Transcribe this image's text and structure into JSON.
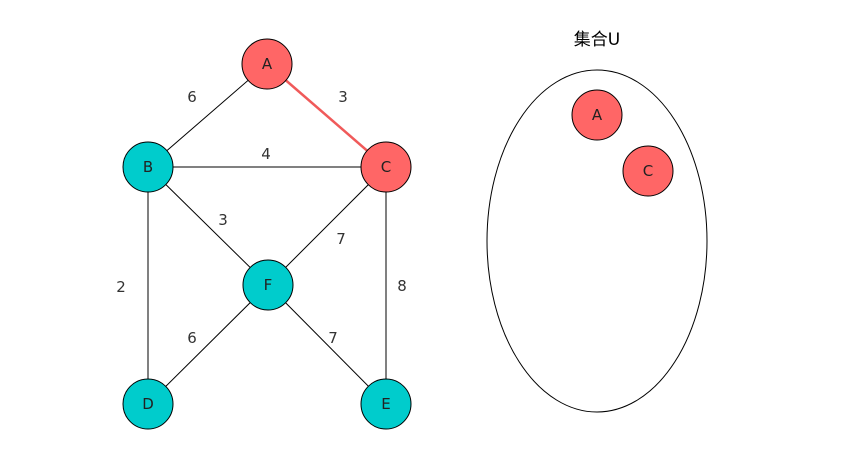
{
  "colors": {
    "red_node": "#ff6666",
    "cyan_node": "#00cccc",
    "highlight_edge": "#f05a5a"
  },
  "nodes": {
    "A": {
      "label": "A",
      "color": "red"
    },
    "B": {
      "label": "B",
      "color": "cyan"
    },
    "C": {
      "label": "C",
      "color": "red"
    },
    "D": {
      "label": "D",
      "color": "cyan"
    },
    "E": {
      "label": "E",
      "color": "cyan"
    },
    "F": {
      "label": "F",
      "color": "cyan"
    }
  },
  "edges": [
    {
      "from": "A",
      "to": "B",
      "weight": "6",
      "highlight": false
    },
    {
      "from": "A",
      "to": "C",
      "weight": "3",
      "highlight": true
    },
    {
      "from": "B",
      "to": "C",
      "weight": "4",
      "highlight": false
    },
    {
      "from": "B",
      "to": "F",
      "weight": "3",
      "highlight": false
    },
    {
      "from": "C",
      "to": "F",
      "weight": "7",
      "highlight": false
    },
    {
      "from": "B",
      "to": "D",
      "weight": "2",
      "highlight": false
    },
    {
      "from": "C",
      "to": "E",
      "weight": "8",
      "highlight": false
    },
    {
      "from": "F",
      "to": "D",
      "weight": "6",
      "highlight": false
    },
    {
      "from": "F",
      "to": "E",
      "weight": "7",
      "highlight": false
    }
  ],
  "set": {
    "title": "集合U",
    "members": [
      {
        "label": "A",
        "color": "red"
      },
      {
        "label": "C",
        "color": "red"
      }
    ]
  }
}
